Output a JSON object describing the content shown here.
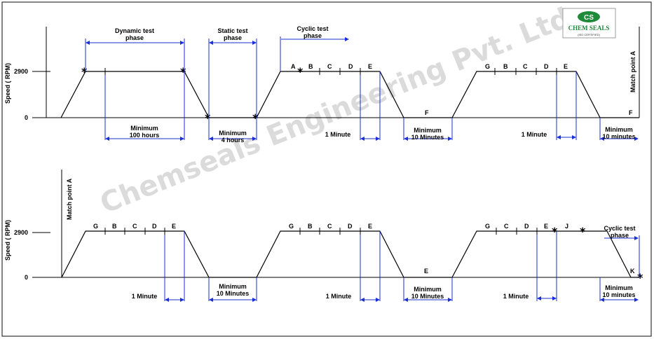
{
  "logo": {
    "name": "CHEM SEALS",
    "sub": "(ISO CERTIFIED)"
  },
  "watermark": "Chemseals Engineering Pvt. Ltd.",
  "axis": {
    "ylabel": "Speed ( RPM)",
    "y_high": "2900",
    "y_low": "0"
  },
  "top": {
    "phase_dynamic": [
      "Dynamic test",
      "phase"
    ],
    "phase_static": [
      "Static test",
      "phase"
    ],
    "phase_cyclic": [
      "Cyclic test",
      "phase"
    ],
    "min_100": [
      "Minimum",
      "100 hours"
    ],
    "min_4": [
      "Minimum",
      "4 hours"
    ],
    "one_min_1": "1 Minute",
    "min_10_1": [
      "Minimum",
      "10 Minutes"
    ],
    "one_min_2": "1 Minute",
    "min_10_2": [
      "Minimum",
      "10 minutes"
    ],
    "seg1": [
      "A",
      "B",
      "C",
      "D",
      "E"
    ],
    "f1": "F",
    "seg2": [
      "G",
      "B",
      "C",
      "D",
      "E"
    ],
    "f2": "F",
    "match": "Match point A"
  },
  "bottom": {
    "match": "Match point A",
    "seg1": [
      "G",
      "B",
      "C",
      "D",
      "E"
    ],
    "one_min_1": "1 Minute",
    "min_10_1": [
      "Minimum",
      "10 Minutes"
    ],
    "seg2": [
      "G",
      "B",
      "C",
      "D",
      "E"
    ],
    "one_min_2": "1 Minute",
    "e_low": "E",
    "min_10_2": [
      "Minimum",
      "10 Minutes"
    ],
    "seg3": [
      "G",
      "C",
      "D",
      "E",
      "J"
    ],
    "one_min_3": "1 Minute",
    "phase_cyclic": [
      "Cyclic test",
      "phase"
    ],
    "k": "K",
    "min_10_3": [
      "Minimum",
      "10 minutes"
    ]
  },
  "colors": {
    "line": "#000000",
    "dim": "#1a2fd6",
    "logo_green": "#1e8a3a"
  }
}
